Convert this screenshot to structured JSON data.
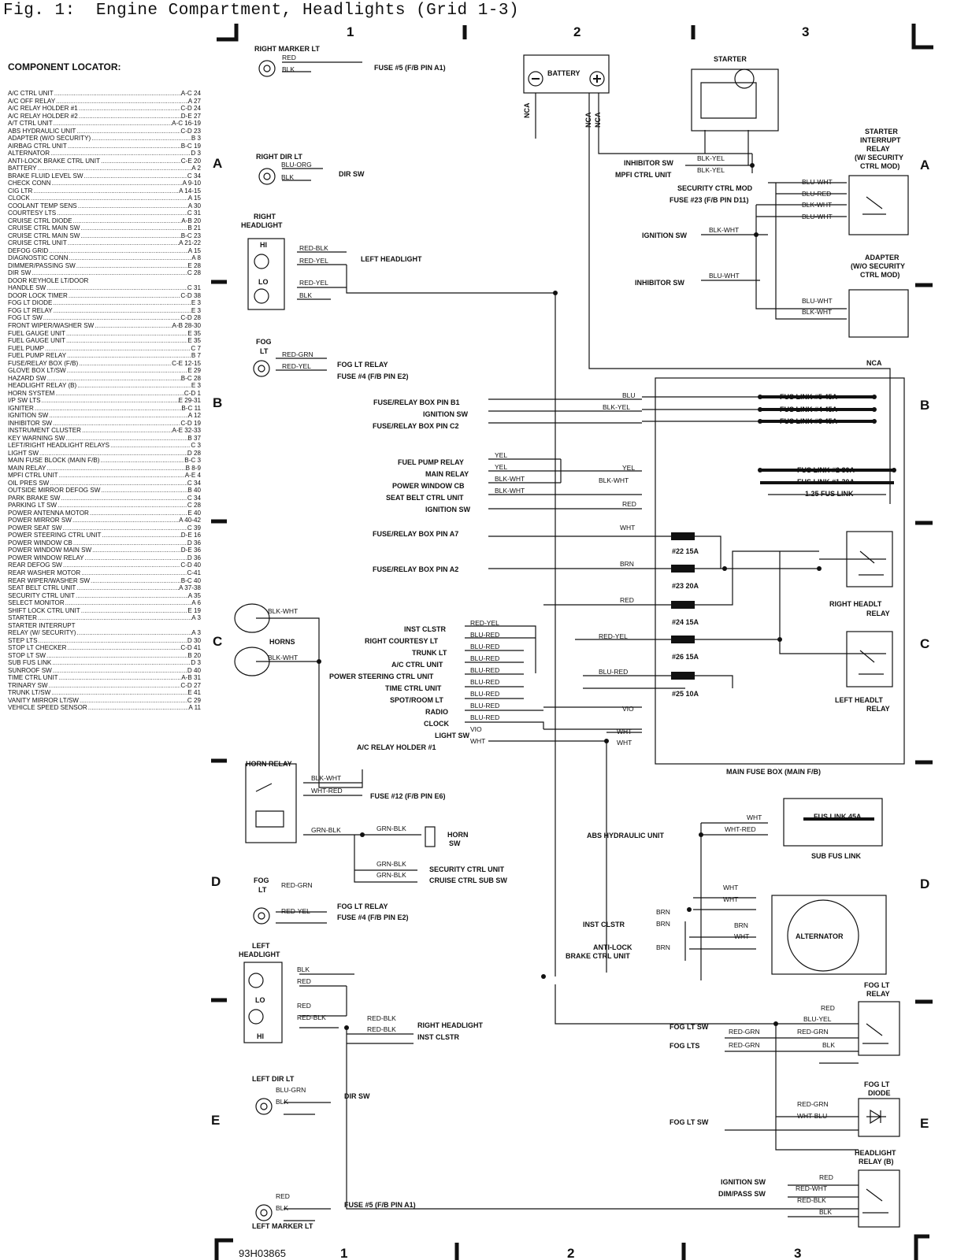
{
  "title": "Fig. 1:  Engine Compartment, Headlights (Grid 1-3)",
  "image_code": "93H03865",
  "grid": {
    "columns": [
      "1",
      "2",
      "3"
    ],
    "rows": [
      "A",
      "B",
      "C",
      "D",
      "E"
    ]
  },
  "locator": {
    "heading": "COMPONENT LOCATOR:",
    "items": [
      {
        "name": "A/C CTRL UNIT",
        "ref": "A-C 24"
      },
      {
        "name": "A/C OFF RELAY",
        "ref": "A 27"
      },
      {
        "name": "A/C RELAY HOLDER #1",
        "ref": "C-D 24"
      },
      {
        "name": "A/C RELAY HOLDER #2",
        "ref": "D-E 27"
      },
      {
        "name": "A/T CTRL UNIT",
        "ref": "A-C 16-19"
      },
      {
        "name": "ABS HYDRAULIC UNIT",
        "ref": "C-D 23"
      },
      {
        "name": "ADAPTER (W/O SECURITY)",
        "ref": "B 3"
      },
      {
        "name": "AIRBAG CTRL UNIT",
        "ref": "B-C 19"
      },
      {
        "name": "ALTERNATOR",
        "ref": "D 3"
      },
      {
        "name": "ANTI-LOCK BRAKE CTRL UNIT",
        "ref": "C-E 20"
      },
      {
        "name": "BATTERY",
        "ref": "A 2"
      },
      {
        "name": "BRAKE FLUID LEVEL SW",
        "ref": "C 34"
      },
      {
        "name": "CHECK CONN",
        "ref": "A 9-10"
      },
      {
        "name": "CIG LTR",
        "ref": "A 14-15"
      },
      {
        "name": "CLOCK",
        "ref": "A 15"
      },
      {
        "name": "COOLANT TEMP SENS",
        "ref": "A 30"
      },
      {
        "name": "COURTESY LTS",
        "ref": "C 31"
      },
      {
        "name": "CRUISE CTRL DIODE",
        "ref": "A-B 20"
      },
      {
        "name": "CRUISE CTRL MAIN SW",
        "ref": "B 21"
      },
      {
        "name": "CRUISE CTRL MAIN SW",
        "ref": "B-C 23"
      },
      {
        "name": "CRUISE CTRL UNIT",
        "ref": "A 21-22"
      },
      {
        "name": "DEFOG GRID",
        "ref": "A 15"
      },
      {
        "name": "DIAGNOSTIC CONN",
        "ref": "A 8"
      },
      {
        "name": "DIMMER/PASSING SW",
        "ref": "E 28"
      },
      {
        "name": "DIR SW",
        "ref": "C 28"
      },
      {
        "name": "DOOR KEYHOLE LT/DOOR",
        "ref": ""
      },
      {
        "name": "  HANDLE SW",
        "ref": "C 31"
      },
      {
        "name": "DOOR LOCK TIMER",
        "ref": "C-D 38"
      },
      {
        "name": "FOG LT DIODE",
        "ref": "E 3"
      },
      {
        "name": "FOG LT RELAY",
        "ref": "E 3"
      },
      {
        "name": "FOG LT SW",
        "ref": "C-D 28"
      },
      {
        "name": "FRONT WIPER/WASHER SW",
        "ref": "A-B 28-30"
      },
      {
        "name": "FUEL GAUGE UNIT",
        "ref": "E 35"
      },
      {
        "name": "FUEL GAUGE UNIT",
        "ref": "E 35"
      },
      {
        "name": "FUEL PUMP",
        "ref": "C 7"
      },
      {
        "name": "FUEL PUMP RELAY",
        "ref": "B 7"
      },
      {
        "name": "FUSE/RELAY BOX (F/B)",
        "ref": "C-E 12-15"
      },
      {
        "name": "GLOVE BOX LT/SW",
        "ref": "E 29"
      },
      {
        "name": "HAZARD SW",
        "ref": "B-C 28"
      },
      {
        "name": "HEADLIGHT RELAY (B)",
        "ref": "E 3"
      },
      {
        "name": "HORN SYSTEM",
        "ref": "C-D 1"
      },
      {
        "name": "I/P SW LTS",
        "ref": "E 29-31"
      },
      {
        "name": "IGNITER",
        "ref": "B-C 11"
      },
      {
        "name": "IGNITION SW",
        "ref": "A 12"
      },
      {
        "name": "INHIBITOR SW",
        "ref": "C-D 19"
      },
      {
        "name": "INSTRUMENT CLUSTER",
        "ref": "A-E 32-33"
      },
      {
        "name": "KEY WARNING SW",
        "ref": "B 37"
      },
      {
        "name": "LEFT/RIGHT HEADLIGHT RELAYS",
        "ref": "C 3"
      },
      {
        "name": "LIGHT SW",
        "ref": "D 28"
      },
      {
        "name": "MAIN FUSE BLOCK (MAIN F/B)",
        "ref": "B-C 3"
      },
      {
        "name": "MAIN RELAY",
        "ref": "B 8-9"
      },
      {
        "name": "MPFI CTRL UNIT",
        "ref": "A-E 4"
      },
      {
        "name": "OIL PRES SW",
        "ref": "C 34"
      },
      {
        "name": "OUTSIDE MIRROR DEFOG SW",
        "ref": "B 40"
      },
      {
        "name": "PARK BRAKE SW",
        "ref": "C 34"
      },
      {
        "name": "PARKING LT SW",
        "ref": "C 28"
      },
      {
        "name": "POWER ANTENNA MOTOR",
        "ref": "E 40"
      },
      {
        "name": "POWER MIRROR SW",
        "ref": "A 40-42"
      },
      {
        "name": "POWER SEAT SW",
        "ref": "C 39"
      },
      {
        "name": "POWER STEERING CTRL UNIT",
        "ref": "D-E 16"
      },
      {
        "name": "POWER WINDOW CB",
        "ref": "D 36"
      },
      {
        "name": "POWER WINDOW MAIN SW",
        "ref": "D-E 36"
      },
      {
        "name": "POWER WINDOW RELAY",
        "ref": "D 36"
      },
      {
        "name": "REAR DEFOG SW",
        "ref": "C-D 40"
      },
      {
        "name": "REAR WASHER MOTOR",
        "ref": "C-41"
      },
      {
        "name": "REAR WIPER/WASHER SW",
        "ref": "B-C 40"
      },
      {
        "name": "SEAT BELT CTRL UNIT",
        "ref": "A 37-38"
      },
      {
        "name": "SECURITY CTRL UNIT",
        "ref": "A 35"
      },
      {
        "name": "SELECT MONITOR",
        "ref": "A 6"
      },
      {
        "name": "SHIFT LOCK CTRL UNIT",
        "ref": "E 19"
      },
      {
        "name": "STARTER",
        "ref": "A 3"
      },
      {
        "name": "STARTER INTERRUPT",
        "ref": ""
      },
      {
        "name": "  RELAY (W/ SECURITY)",
        "ref": "A 3"
      },
      {
        "name": "STEP LTS",
        "ref": "D 30"
      },
      {
        "name": "STOP LT CHECKER",
        "ref": "C-D 41"
      },
      {
        "name": "STOP LT SW",
        "ref": "B 20"
      },
      {
        "name": "SUB FUS LINK",
        "ref": "D 3"
      },
      {
        "name": "SUNROOF SW",
        "ref": "D 40"
      },
      {
        "name": "TIME CTRL UNIT",
        "ref": "A-B 31"
      },
      {
        "name": "TRINARY SW",
        "ref": "C-D 27"
      },
      {
        "name": "TRUNK LT/SW",
        "ref": "E 41"
      },
      {
        "name": "VANITY MIRROR LT/SW",
        "ref": "C 29"
      },
      {
        "name": "VEHICLE SPEED SENSOR",
        "ref": "A 11"
      }
    ]
  },
  "labels": {
    "right_marker_lt": "RIGHT MARKER LT",
    "fuse5_right": "FUSE #5 (F/B PIN A1)",
    "right_dir_lt": "RIGHT DIR LT",
    "dir_sw_right": "DIR SW",
    "right_headlight_1": "RIGHT",
    "right_headlight_2": "HEADLIGHT",
    "hi_r": "HI",
    "lo_r": "LO",
    "left_headlight_ref": "LEFT HEADLIGHT",
    "fog_lt_r1": "FOG",
    "fog_lt_r2": "LT",
    "fog_lt_relay_r": "FOG LT RELAY",
    "fuse4_r": "FUSE #4 (F/B PIN E2)",
    "battery": "BATTERY",
    "nca": "NCA",
    "starter": "STARTER",
    "inhibitor_sw": "INHIBITOR SW",
    "mpfi_ctrl_unit": "MPFI CTRL UNIT",
    "security_ctrl_mod": "SECURITY CTRL MOD",
    "fuse23": "FUSE #23 (F/B PIN D11)",
    "ignition_sw": "IGNITION SW",
    "sir_1": "STARTER",
    "sir_2": "INTERRUPT",
    "sir_3": "RELAY",
    "sir_4": "(W/ SECURITY",
    "sir_5": "CTRL MOD)",
    "adapter_1": "ADAPTER",
    "adapter_2": "(W/O SECURITY",
    "adapter_3": "CTRL MOD)",
    "fb_pin_b1": "FUSE/RELAY BOX PIN B1",
    "fb_pin_c2": "FUSE/RELAY BOX PIN C2",
    "fuel_pump_relay": "FUEL PUMP RELAY",
    "main_relay": "MAIN RELAY",
    "power_window_cb": "POWER WINDOW CB",
    "seat_belt_ctrl_unit": "SEAT BELT CTRL UNIT",
    "fb_pin_a7": "FUSE/RELAY BOX PIN A7",
    "fb_pin_a2": "FUSE/RELAY BOX PIN A2",
    "inst_clstr": "INST CLSTR",
    "right_courtesy_lt": "RIGHT COURTESY LT",
    "trunk_lt": "TRUNK LT",
    "ac_ctrl_unit": "A/C CTRL UNIT",
    "power_steering_ctrl_unit": "POWER STEERING CTRL UNIT",
    "time_ctrl_unit": "TIME CTRL UNIT",
    "spot_room_lt": "SPOT/ROOM LT",
    "radio": "RADIO",
    "clock": "CLOCK",
    "light_sw": "LIGHT SW",
    "ac_relay_holder1": "A/C RELAY HOLDER #1",
    "horns": "HORNS",
    "fus_link5": "FUS LINK #5 45A",
    "fus_link4": "FUS LINK #4 45A",
    "fus_link3": "FUS LINK #3 45A",
    "fus_link2": "FUS LINK #2 30A",
    "fus_link1": "FUS LINK #1 30A",
    "fus_link125": "1.25 FUS LINK",
    "fuse22": "#22 15A",
    "fuse23b": "#23 20A",
    "fuse24": "#24 15A",
    "fuse26": "#26 15A",
    "fuse25": "#25 10A",
    "right_headlt_relay_1": "RIGHT HEADLT",
    "right_headlt_relay_2": "RELAY",
    "left_headlt_relay_1": "LEFT HEADLT",
    "left_headlt_relay_2": "RELAY",
    "main_fuse_box": "MAIN FUSE BOX (MAIN F/B)",
    "horn_relay": "HORN RELAY",
    "fuse12": "FUSE #12 (F/B PIN E6)",
    "horn_sw_1": "HORN",
    "horn_sw_2": "SW",
    "security_ctrl_unit": "SECURITY CTRL UNIT",
    "cruise_ctrl_sub_sw": "CRUISE CTRL SUB SW",
    "abs_hydraulic_unit": "ABS HYDRAULIC UNIT",
    "fus_link_45a": "FUS LINK 45A",
    "sub_fus_link": "SUB FUS LINK",
    "fog_lt_l1": "FOG",
    "fog_lt_l2": "LT",
    "fog_lt_relay_l": "FOG LT RELAY",
    "fuse4_l": "FUSE #4 (F/B PIN E2)",
    "alternator": "ALTERNATOR",
    "inst_clstr_alt": "INST CLSTR",
    "abs_ctrl_1": "ANTI-LOCK",
    "abs_ctrl_2": "BRAKE CTRL UNIT",
    "left_headlight_1": "LEFT",
    "left_headlight_2": "HEADLIGHT",
    "lo_l": "LO",
    "hi_l": "HI",
    "right_headlight_ref": "RIGHT HEADLIGHT",
    "inst_clstr_l": "INST CLSTR",
    "fog_lt_relay_box_1": "FOG LT",
    "fog_lt_relay_box_2": "RELAY",
    "fog_lt_sw": "FOG LT SW",
    "fog_lts": "FOG LTS",
    "fog_lt_diode_1": "FOG LT",
    "fog_lt_diode_2": "DIODE",
    "fog_lt_sw_2": "FOG LT SW",
    "left_dir_lt": "LEFT DIR LT",
    "dir_sw_left": "DIR SW",
    "headlight_relay_b_1": "HEADLIGHT",
    "headlight_relay_b_2": "RELAY (B)",
    "ignition_sw_2": "IGNITION SW",
    "dim_pass_sw": "DIM/PASS SW",
    "fuse5_left": "FUSE #5 (F/B PIN A1)",
    "left_marker_lt": "LEFT MARKER LT"
  },
  "wires": {
    "red": "RED",
    "blk": "BLK",
    "blu_org": "BLU-ORG",
    "red_blk": "RED-BLK",
    "red_yel": "RED-YEL",
    "red_grn": "RED-GRN",
    "blk_yel": "BLK-YEL",
    "blu_wht": "BLU-WHT",
    "blu_red": "BLU-RED",
    "blk_wht": "BLK-WHT",
    "blu": "BLU",
    "yel": "YEL",
    "wht": "WHT",
    "brn": "BRN",
    "vio": "VIO",
    "wht_red": "WHT-RED",
    "grn_blk": "GRN-BLK",
    "blu_yel": "BLU-YEL",
    "wht_blu": "WHT-BLU",
    "red_wht": "RED-WHT",
    "blu_grn": "BLU-GRN"
  },
  "colors": {
    "ink": "#111111",
    "paper": "#ffffff"
  }
}
